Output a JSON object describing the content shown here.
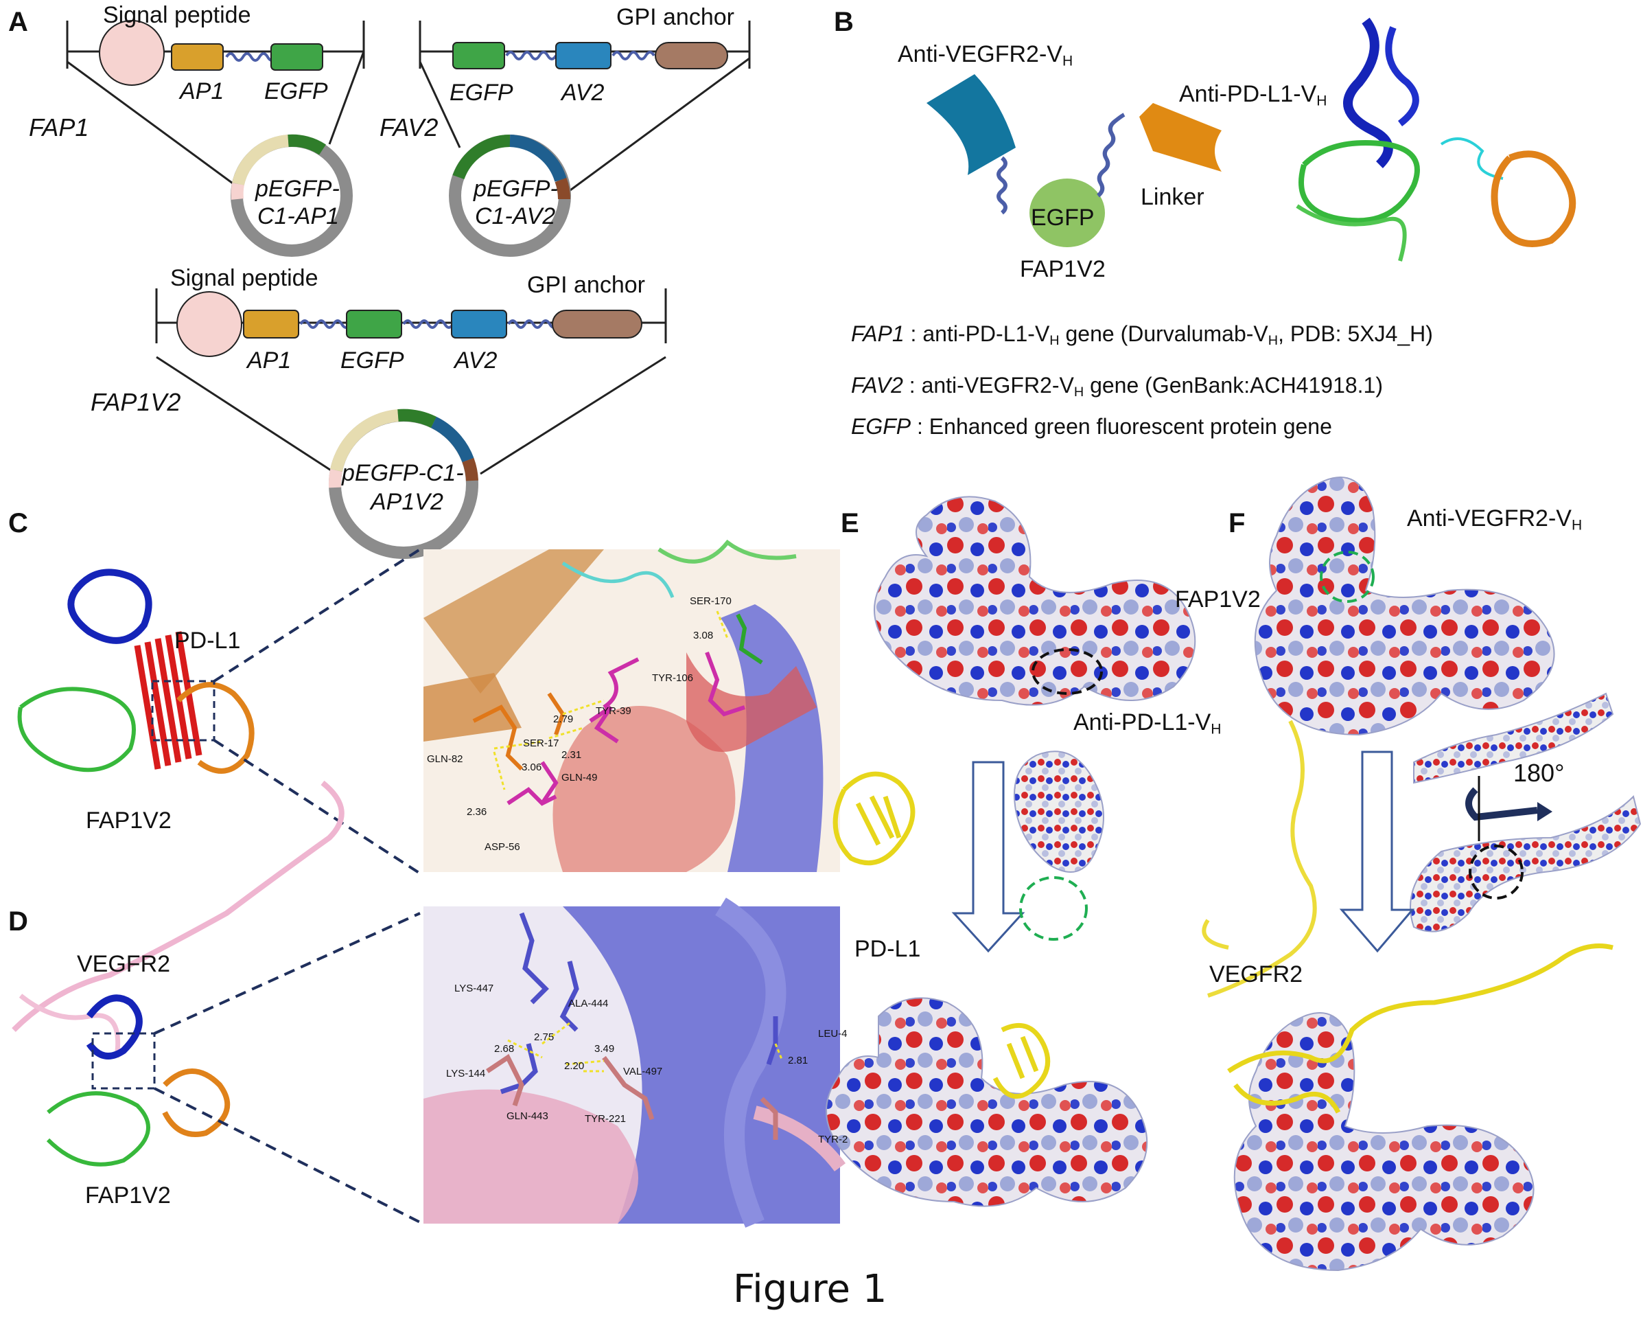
{
  "panels": {
    "a": "A",
    "b": "B",
    "c": "C",
    "d": "D",
    "e": "E",
    "f": "F"
  },
  "panel_a": {
    "signal_peptide_1": "Signal peptide",
    "ap1_1": "AP1",
    "egfp_1": "EGFP",
    "fap1": "FAP1",
    "plasmid_1_line1": "pEGFP-",
    "plasmid_1_line2": "C1-AP1",
    "gpi_anchor_1": "GPI anchor",
    "egfp_2": "EGFP",
    "av2_1": "AV2",
    "fav2": "FAV2",
    "plasmid_2_line1": "pEGFP-",
    "plasmid_2_line2": "C1-AV2",
    "signal_peptide_2": "Signal peptide",
    "gpi_anchor_2": "GPI anchor",
    "ap1_2": "AP1",
    "egfp_3": "EGFP",
    "av2_2": "AV2",
    "fap1v2": "FAP1V2",
    "plasmid_3_line1": "pEGFP-C1-",
    "plasmid_3_line2": "AP1V2"
  },
  "panel_b": {
    "anti_vegfr2_main": "Anti-VEGFR2-V",
    "anti_vegfr2_sub": "H",
    "anti_pdl1_main": "Anti-PD-L1-V",
    "anti_pdl1_sub": "H",
    "linker": "Linker",
    "egfp": "EGFP",
    "fap1v2": "FAP1V2",
    "legend": [
      {
        "gene": "FAP1",
        "desc_a": " : anti-PD-L1-V",
        "sub_a": "H",
        "desc_b": " gene  (Durvalumab-V",
        "sub_b": "H",
        "desc_c": ", PDB: 5XJ4_H)"
      },
      {
        "gene": "FAV2",
        "desc_a": " : anti-VEGFR2-V",
        "sub_a": "H",
        "desc_b": " gene  (GenBank:ACH41918.1)",
        "sub_b": "",
        "desc_c": ""
      },
      {
        "gene": "EGFP",
        "desc_a": " : Enhanced green fluorescent protein gene",
        "sub_a": "",
        "desc_b": "",
        "sub_b": "",
        "desc_c": ""
      }
    ]
  },
  "panel_c": {
    "pdl1": "PD-L1",
    "fap1v2": "FAP1V2",
    "residues": [
      "SER-170",
      "TYR-106",
      "TYR-39",
      "SER-17",
      "GLN-82",
      "GLN-49",
      "ASP-56"
    ],
    "distances": [
      "3.08",
      "2.79",
      "2.31",
      "3.06",
      "2.36"
    ]
  },
  "panel_d": {
    "vegfr2": "VEGFR2",
    "fap1v2": "FAP1V2",
    "residues": [
      "LYS-447",
      "ALA-444",
      "LEU-4",
      "LYS-144",
      "VAL-497",
      "GLN-443",
      "TYR-221",
      "TYR-2"
    ],
    "distances": [
      "2.75",
      "2.68",
      "3.49",
      "2.20",
      "2.81"
    ]
  },
  "panel_e": {
    "fap1v2": "FAP1V2",
    "anti_pdl1_main": "Anti-PD-L1-V",
    "anti_pdl1_sub": "H",
    "pdl1": "PD-L1"
  },
  "panel_f": {
    "anti_vegfr2_main": "Anti-VEGFR2-V",
    "anti_vegfr2_sub": "H",
    "rotation": "180°",
    "vegfr2": "VEGFR2"
  },
  "caption": "Figure 1",
  "colors": {
    "signal_peptide": "#f6d3d0",
    "ap1": "#d9a02c",
    "egfp": "#3fa547",
    "av2": "#2a86bd",
    "gpi": "#a57a64",
    "linker": "#4b5ea8",
    "plasmid_gray": "#8c8c8c",
    "plasmid_beige": "#e6dcb0",
    "dashed_blue": "#1f2f5c"
  }
}
